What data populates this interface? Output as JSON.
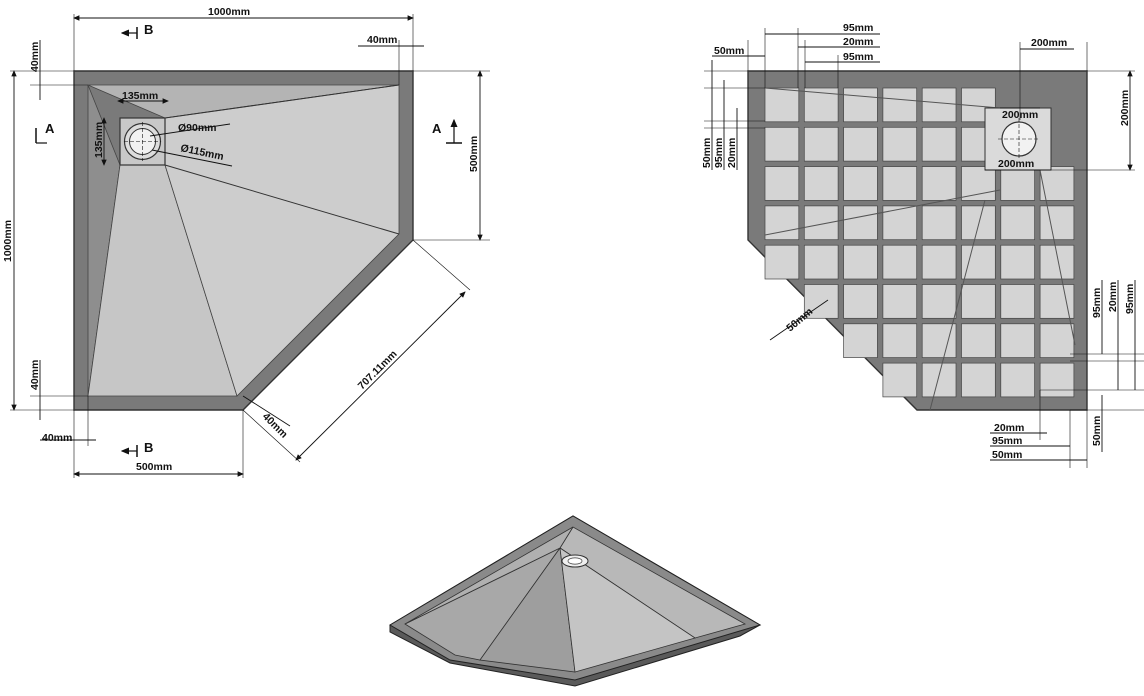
{
  "top_view": {
    "dims": {
      "width": "1000mm",
      "height": "1000mm",
      "side_a": "500mm",
      "side_b": "500mm",
      "diagonal": "707.11mm",
      "rim_top": "40mm",
      "rim_right": "40mm",
      "rim_left": "40mm",
      "rim_bottom": "40mm",
      "rim_diag": "40mm",
      "drain_box_w": "135mm",
      "drain_box_h": "135mm",
      "drain_d1": "Ø90mm",
      "drain_d2": "Ø115mm"
    },
    "section_a": "A",
    "section_b": "B"
  },
  "bottom_view": {
    "dims": {
      "top_50": "50mm",
      "top_95a": "95mm",
      "top_20": "20mm",
      "top_95b": "95mm",
      "top_200": "200mm",
      "left_50": "50mm",
      "left_95": "95mm",
      "left_20": "20mm",
      "right_200": "200mm",
      "drain_w": "200mm",
      "drain_h": "200mm",
      "diag_50": "50mm",
      "right_95a": "95mm",
      "right_20": "20mm",
      "right_95b": "95mm",
      "right_50": "50mm",
      "bot_20": "20mm",
      "bot_95": "95mm",
      "bot_50": "50mm"
    }
  }
}
